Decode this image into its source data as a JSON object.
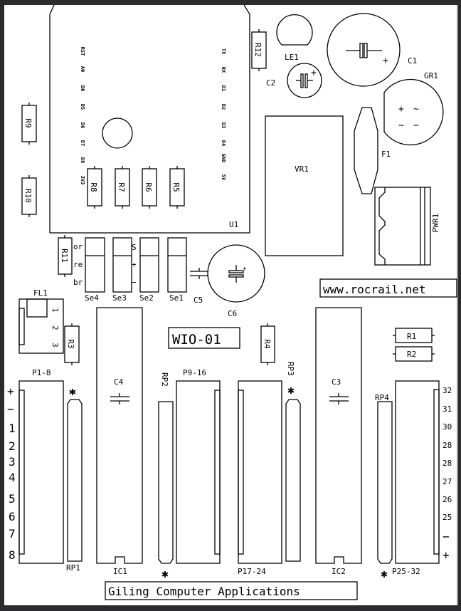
{
  "board": {
    "name": "WIO-01",
    "url": "www.rocrail.net",
    "manufacturer": "Giling Computer Applications"
  },
  "module": {
    "ref": "U1",
    "left_pins": [
      "RST",
      "A0",
      "D0",
      "D5",
      "D6",
      "D7",
      "D8",
      "3V3"
    ],
    "right_pins": [
      "TX",
      "RX",
      "D1",
      "D2",
      "D3",
      "D4",
      "GND",
      "5V"
    ]
  },
  "resistors": {
    "r1": "R1",
    "r2": "R2",
    "r3": "R3",
    "r4": "R4",
    "r5": "R5",
    "r6": "R6",
    "r7": "R7",
    "r8": "R8",
    "r9": "R9",
    "r10": "R10",
    "r11": "R11",
    "r12": "R12"
  },
  "capacitors": {
    "c1": "C1",
    "c2": "C2",
    "c3": "C3",
    "c4": "C4",
    "c5": "C5",
    "c6": "C6"
  },
  "power": {
    "led": "LE1",
    "rectifier": "GR1",
    "rectifier_marks": [
      "+",
      "~",
      "~",
      "−"
    ],
    "regulator": "VR1",
    "fuse": "F1",
    "connector": "PWR1",
    "plus_mark": "+"
  },
  "servos": {
    "labels": [
      "Se4",
      "Se3",
      "Se2",
      "Se1"
    ],
    "wire_colors": [
      "or",
      "re",
      "br"
    ],
    "signal_marks": [
      "S",
      "+",
      "−"
    ]
  },
  "filter": {
    "ref": "FL1",
    "pins": [
      "1",
      "2",
      "3"
    ]
  },
  "ics": {
    "ic1": "IC1",
    "ic2": "IC2"
  },
  "resistor_packs": {
    "rp1": "RP1",
    "rp2": "RP2",
    "rp3": "RP3",
    "rp4": "RP4",
    "pin1_mark": "✱"
  },
  "ports": {
    "p1_8": {
      "label": "P1-8",
      "pins": [
        "+",
        "−",
        "1",
        "2",
        "3",
        "4",
        "5",
        "6",
        "7",
        "8"
      ]
    },
    "p9_16": {
      "label": "P9-16"
    },
    "p17_24": {
      "label": "P17-24"
    },
    "p25_32": {
      "label": "P25-32",
      "pins": [
        "32",
        "31",
        "30",
        "28",
        "28",
        "27",
        "26",
        "25",
        "−",
        "+"
      ]
    }
  }
}
